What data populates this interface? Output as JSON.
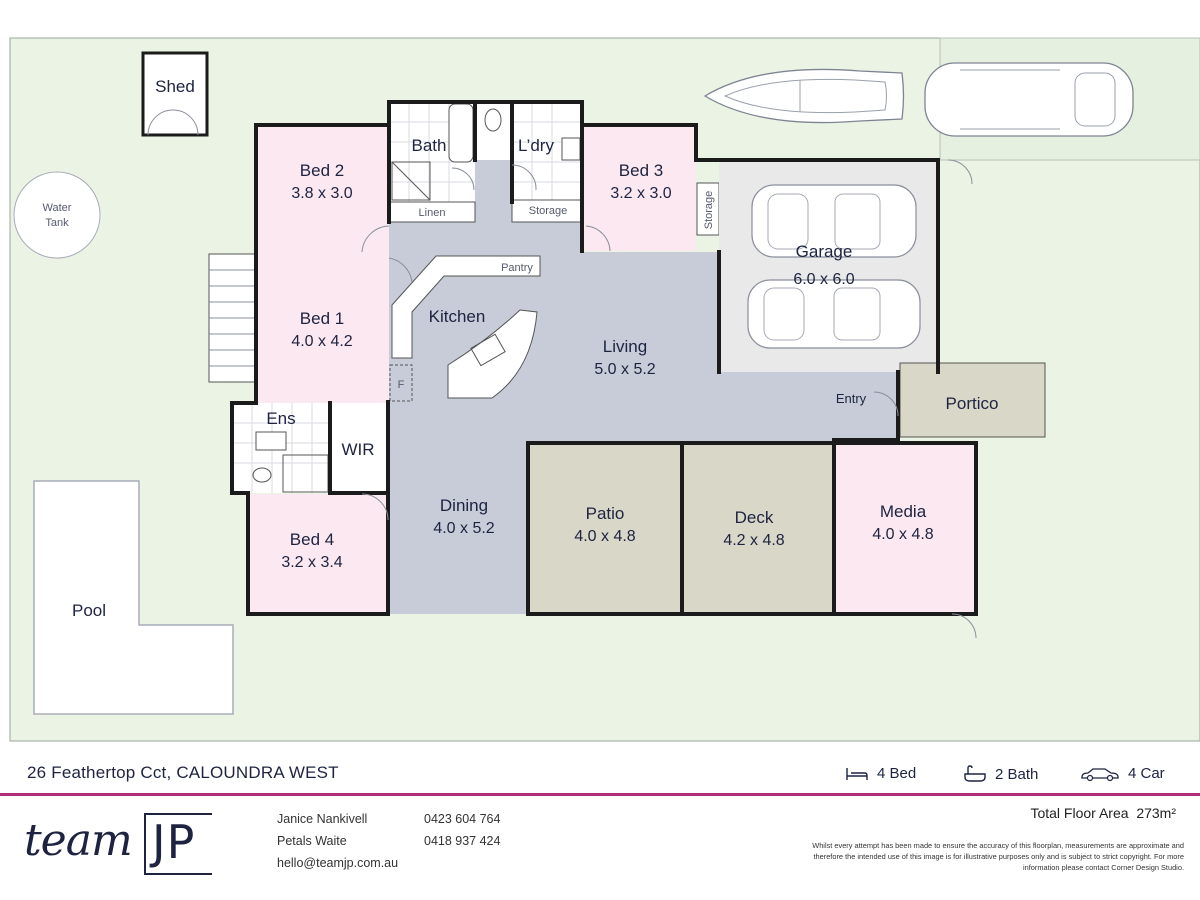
{
  "rooms": {
    "shed": {
      "name": "Shed"
    },
    "water_tank": {
      "line1": "Water",
      "line2": "Tank"
    },
    "bed2": {
      "name": "Bed 2",
      "dim": "3.8 x 3.0"
    },
    "bath": {
      "name": "Bath"
    },
    "laundry": {
      "name": "L’dry"
    },
    "bed3": {
      "name": "Bed 3",
      "dim": "3.2 x 3.0"
    },
    "linen": {
      "name": "Linen"
    },
    "storage_ldry": {
      "name": "Storage"
    },
    "storage_garage": {
      "name": "Storage"
    },
    "garage": {
      "name": "Garage",
      "dim": "6.0 x 6.0"
    },
    "bed1": {
      "name": "Bed 1",
      "dim": "4.0 x 4.2"
    },
    "pantry": {
      "name": "Pantry"
    },
    "kitchen": {
      "name": "Kitchen"
    },
    "fridge": {
      "name": "F"
    },
    "living": {
      "name": "Living",
      "dim": "5.0 x 5.2"
    },
    "entry": {
      "name": "Entry"
    },
    "portico": {
      "name": "Portico"
    },
    "ens": {
      "name": "Ens"
    },
    "wir": {
      "name": "WIR"
    },
    "dining": {
      "name": "Dining",
      "dim": "4.0 x 5.2"
    },
    "patio": {
      "name": "Patio",
      "dim": "4.0 x 4.8"
    },
    "deck": {
      "name": "Deck",
      "dim": "4.2 x 4.8"
    },
    "media": {
      "name": "Media",
      "dim": "4.0 x 4.8"
    },
    "bed4": {
      "name": "Bed 4",
      "dim": "3.2 x 3.4"
    },
    "pool": {
      "name": "Pool"
    }
  },
  "colors": {
    "yard": "#eaf3e4",
    "bedroom": "#fbe8f0",
    "living": "#c7ccd8",
    "outdoor": "#d8d7c8",
    "garage": "#e9e9e9",
    "wet": "#ffffff",
    "accent": "#b12f7f",
    "navy": "#1d2340"
  },
  "footer": {
    "address": "26 Feathertop Cct, CALOUNDRA WEST",
    "beds": "4 Bed",
    "baths": "2 Bath",
    "cars": "4 Car",
    "brand_script": "team",
    "brand_box": "JP",
    "agent1_name": "Janice Nankivell",
    "agent1_phone": "0423 604 764",
    "agent2_name": "Petals Waite",
    "agent2_phone": "0418 937 424",
    "email": "hello@teamjp.com.au",
    "total_label": "Total Floor Area",
    "total_value": "273m²",
    "disclaimer": "Whilst every attempt has been made to ensure the accuracy of this floorplan, measurements are approximate and therefore the intended use of this image is for illustrative purposes only and is subject to strict copyright. For more information please contact Corner Design Studio."
  }
}
